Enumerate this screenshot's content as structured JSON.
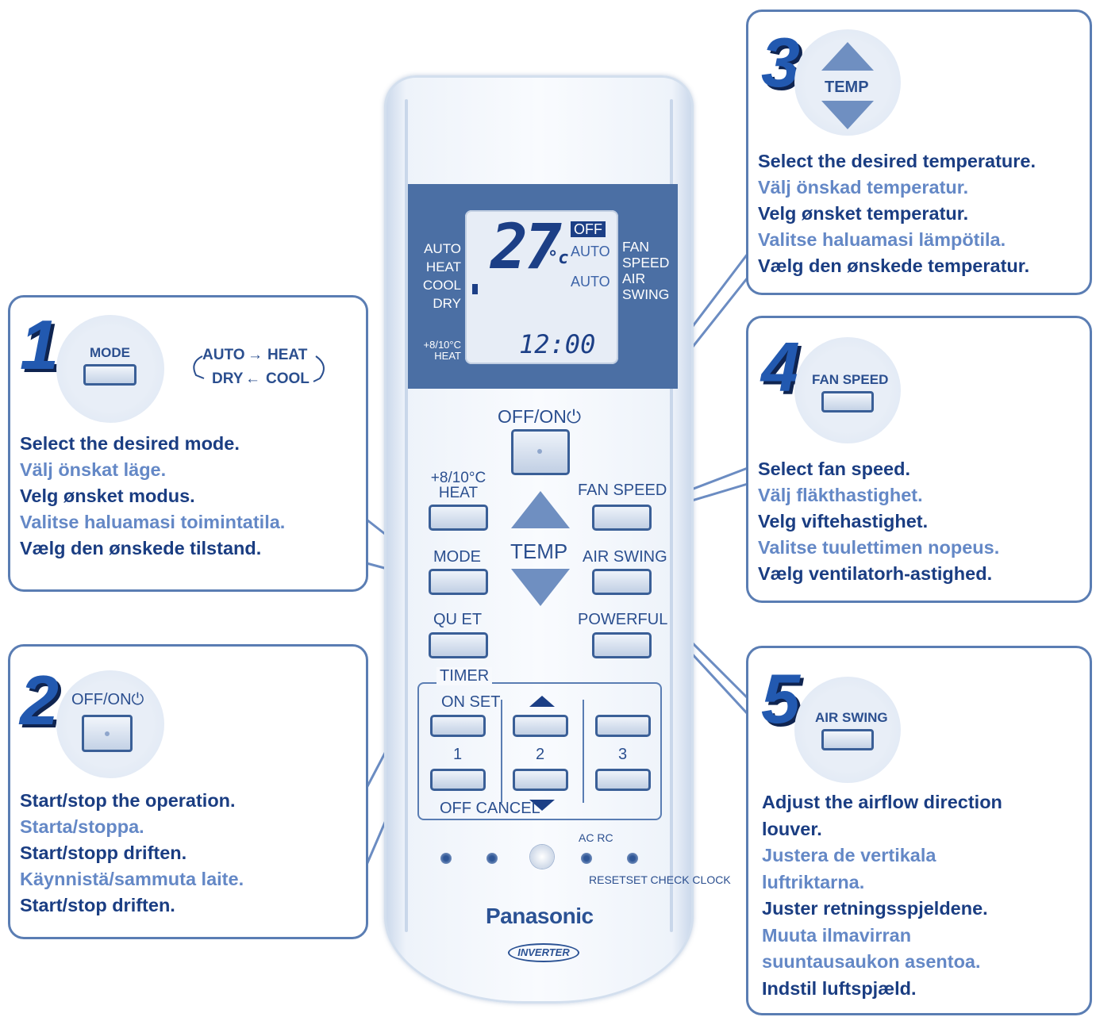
{
  "remote": {
    "display": {
      "temperature": "27",
      "unit": "°c",
      "off_badge": "OFF",
      "fan_auto": "AUTO",
      "swing_auto": "AUTO",
      "fan_speed_label_1": "FAN",
      "fan_speed_label_2": "SPEED",
      "air_swing_label_1": "AIR",
      "air_swing_label_2": "SWING",
      "mode_auto": "AUTO",
      "mode_heat": "HEAT",
      "mode_cool": "COOL",
      "mode_dry": "DRY",
      "heat810_1": "+8/10°C",
      "heat810_2": "HEAT",
      "clock": "12:00"
    },
    "buttons": {
      "off_on": "OFF/ON⏻",
      "heat810_1": "+8/10°C",
      "heat810_2": "HEAT",
      "fan_speed": "FAN SPEED",
      "mode": "MODE",
      "temp": "TEMP",
      "air_swing": "AIR SWING",
      "quiet": "QU ET",
      "powerful": "POWERFUL",
      "timer": "TIMER",
      "on_set": "ON SET",
      "timer_1": "1",
      "timer_2": "2",
      "timer_3": "3",
      "off_cancel": "OFF CANCEL",
      "ac_rc": "AC RC",
      "bottom_row": "RESETSET CHECK CLOCK"
    },
    "brand": "Panasonic",
    "badge": "INVERTER"
  },
  "callouts": {
    "mode": {
      "number": "1",
      "button_label": "MODE",
      "cycle": {
        "auto": "AUTO",
        "heat": "HEAT",
        "dry": "DRY",
        "cool": "COOL"
      },
      "lines": [
        "Select the desired mode.",
        "Välj önskat läge.",
        "Velg ønsket modus.",
        "Valitse haluamasi toimintatila.",
        "Vælg den ønskede tilstand."
      ]
    },
    "off_on": {
      "number": "2",
      "button_label": "OFF/ON⏻",
      "lines": [
        "Start/stop the operation.",
        "Starta/stoppa.",
        "Start/stopp driften.",
        "Käynnistä/sammuta laite.",
        "Start/stop driften."
      ]
    },
    "temp": {
      "number": "3",
      "button_label": "TEMP",
      "lines": [
        "Select the desired temperature.",
        "Välj önskad temperatur.",
        "Velg ønsket temperatur.",
        "Valitse haluamasi lämpötila.",
        "Vælg den ønskede temperatur."
      ]
    },
    "fan_speed": {
      "number": "4",
      "button_label": "FAN SPEED",
      "lines": [
        "Select fan speed.",
        "Välj fläkthastighet.",
        "Velg viftehastighet.",
        "Valitse tuulettimen nopeus.",
        "Vælg ventilatorh-astighed."
      ]
    },
    "air_swing": {
      "number": "5",
      "button_label": "AIR SWING",
      "lines": [
        "Adjust the airflow direction",
        "louver.",
        "Justera de vertikala",
        "luftriktarna.",
        "Juster retningsspjeldene.",
        "Muuta ilmavirran",
        "suuntausaukon asentoa.",
        "Indstil luftspjæld."
      ]
    }
  },
  "colors": {
    "dark_text": "#1a3d82",
    "light_text": "#6488c6",
    "border": "#5a7db3",
    "display": "#4b6fa4"
  }
}
